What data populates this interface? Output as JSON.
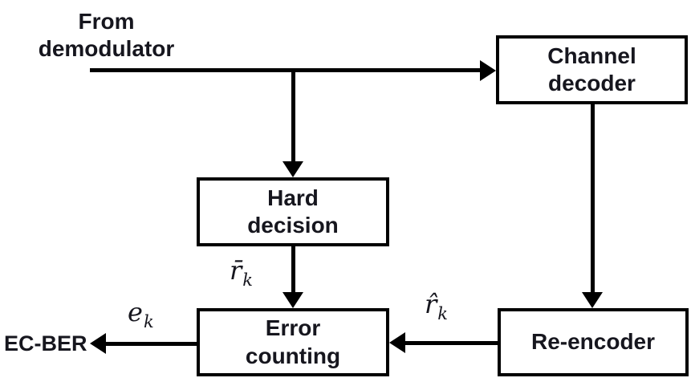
{
  "diagram": {
    "source_label": {
      "line1": "From",
      "line2": "demodulator"
    },
    "output_label": "EC-BER",
    "boxes": {
      "channel_decoder": {
        "line1": "Channel",
        "line2": "decoder"
      },
      "hard_decision": {
        "line1": "Hard",
        "line2": "decision"
      },
      "error_counting": {
        "line1": "Error",
        "line2": "counting"
      },
      "re_encoder": {
        "line1": "Re-encoder"
      }
    },
    "signals": {
      "r_bar": {
        "base": "r̄",
        "sub": "k"
      },
      "r_hat": {
        "base": "r̂",
        "sub": "k"
      },
      "e": {
        "base": "e",
        "sub": "k"
      }
    },
    "colors": {
      "line": "#000000",
      "text": "#16161e",
      "background": "#ffffff"
    }
  }
}
